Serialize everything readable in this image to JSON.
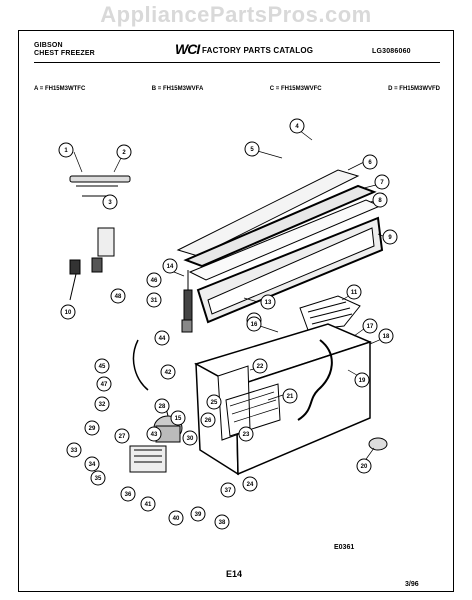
{
  "watermark": "AppliancePartsPros.com",
  "header": {
    "brand": "GIBSON",
    "product": "CHEST FREEZER",
    "logo": "WCI",
    "catalog_title": "FACTORY PARTS CATALOG",
    "catalog_number": "LG3086060"
  },
  "models": [
    "A = FH15M3WTFC",
    "B = FH15M3WVFA",
    "C = FH15M3WVFC",
    "D = FH15M3WVFD"
  ],
  "callouts": [
    "1",
    "2",
    "3",
    "4",
    "5",
    "6",
    "7",
    "8",
    "9",
    "10",
    "11",
    "12",
    "13",
    "14",
    "15",
    "16",
    "17",
    "18",
    "19",
    "20",
    "21",
    "22",
    "23",
    "24",
    "25",
    "26",
    "27",
    "28",
    "29",
    "30",
    "31",
    "32",
    "33",
    "34",
    "35",
    "36",
    "37",
    "38",
    "39",
    "40",
    "41",
    "42",
    "43",
    "44",
    "45",
    "46",
    "47",
    "48"
  ],
  "footer": {
    "drawing_code": "E0361",
    "page": "E14",
    "date": "3/96"
  }
}
